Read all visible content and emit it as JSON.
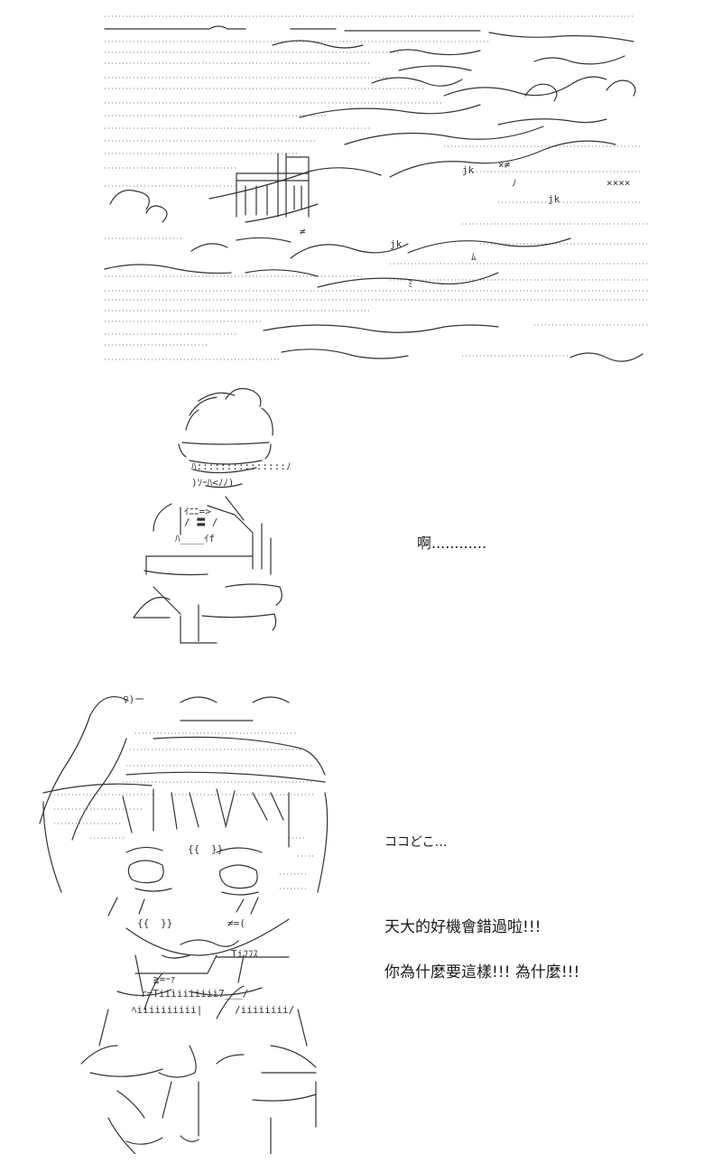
{
  "dialogue": {
    "line1": "啊............",
    "line2": "ココどこ…",
    "line3": "天大的好機會錯過啦!!!",
    "line4": "你為什麼要這樣!!! 為什麼!!!"
  },
  "colors": {
    "background": "#ffffff",
    "ink": "#1a1a1a",
    "art_line": "#333333"
  }
}
